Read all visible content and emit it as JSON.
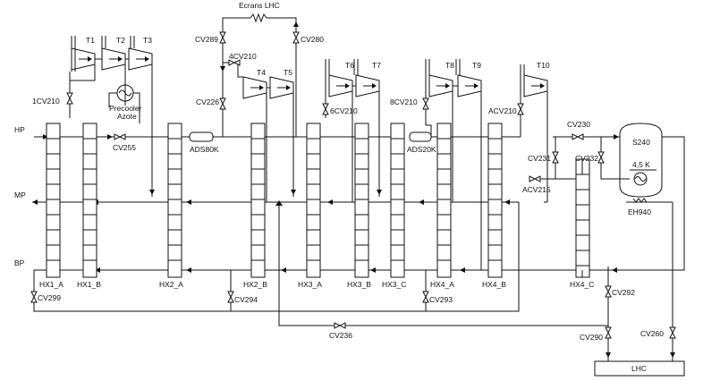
{
  "lines": {
    "hp": "HP",
    "mp": "MP",
    "bp": "BP"
  },
  "turbines": {
    "t1": "T1",
    "t2": "T2",
    "t3": "T3",
    "t4": "T4",
    "t5": "T5",
    "t6": "T6",
    "t7": "T7",
    "t8": "T8",
    "t9": "T9",
    "t10": "T10"
  },
  "exchangers": {
    "hx1a": "HX1_A",
    "hx1b": "HX1_B",
    "hx2a": "HX2_A",
    "hx2b": "HX2_B",
    "hx3a": "HX3_A",
    "hx3b": "HX3_B",
    "hx3c": "HX3_C",
    "hx4a": "HX4_A",
    "hx4b": "HX4_B",
    "hx4c": "HX4_C"
  },
  "valves": {
    "cv289": "CV289",
    "cv280": "CV280",
    "cv4210": "4CV210",
    "cv226": "CV226",
    "cv1210": "1CV210",
    "cv255": "CV255",
    "cv6210": "6CV210",
    "cv8210": "8CV210",
    "acv210": "ACV210",
    "cv230": "CV230",
    "cv231": "CV231",
    "cv232": "CV232",
    "acv215": "ACV215",
    "cv299": "CV299",
    "cv294": "CV294",
    "cv293": "CV293",
    "cv236": "CV236",
    "cv292": "CV292",
    "cv290": "CV290",
    "cv260": "CV260"
  },
  "equipment": {
    "ecrans": "Ecrans LHC",
    "precooler_1": "Precooler",
    "precooler_2": "Azote",
    "ads80k": "ADS80K",
    "ads20k": "ADS20K",
    "s240": "S240",
    "level": "4,5  K",
    "eh940": "EH940",
    "lhc": "LHC"
  }
}
